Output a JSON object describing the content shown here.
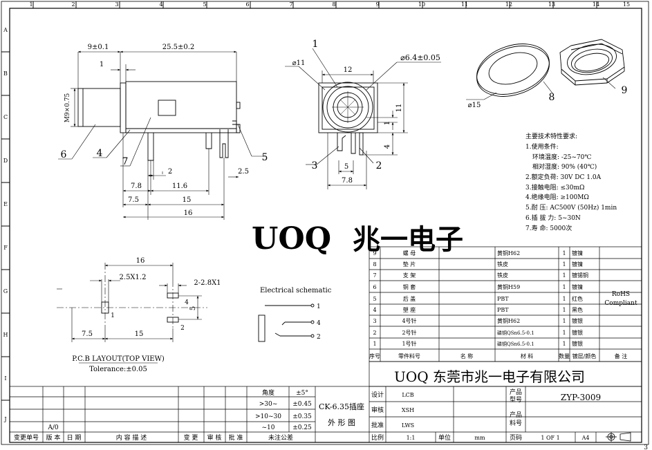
{
  "frame": {
    "col_numbers": [
      "1",
      "2",
      "3",
      "4",
      "5",
      "6",
      "7",
      "8",
      "9",
      "10",
      "11",
      "12",
      "13",
      "14",
      "15"
    ],
    "row_letters": [
      "A",
      "B",
      "C",
      "D",
      "E",
      "F",
      "G",
      "H",
      "I",
      "J"
    ],
    "page_corner": "3"
  },
  "watermark": {
    "brand": "UOQ",
    "chinese": "兆一电子"
  },
  "side_view": {
    "dims": {
      "top_9": "9±0.1",
      "top_255": "25.5±0.2",
      "d1": "1",
      "m9": "M9×0.75",
      "d2": "2",
      "d25": "2.5",
      "d78": "7.8",
      "d116": "11.6",
      "d75": "7.5",
      "d15": "15",
      "d16": "16"
    },
    "balloons": {
      "b6": "6",
      "b4": "4",
      "b7": "7",
      "b5": "5"
    }
  },
  "front_view": {
    "dims": {
      "d11": "⌀11",
      "d12": "12",
      "d64": "⌀6.4±0.05",
      "d11v": "11",
      "d1": "1",
      "d4": "4",
      "d5": "5",
      "d78": "7.8"
    },
    "balloons": {
      "b1": "1",
      "b3": "3",
      "b2": "2"
    }
  },
  "washer": {
    "dia": "⌀15",
    "balloon": "8"
  },
  "nut": {
    "balloon": "9"
  },
  "specs": {
    "title": "主要技术特性要求:",
    "lines": [
      "1.使用条件:",
      "环境温度: -25~70℃",
      "相对湿度: 90% (40℃)",
      "2.额定负荷: 30V DC 1.0A",
      "3.接触电阻: ≤30mΩ",
      "4.绝缘电阻: ≥100MΩ",
      "5.耐    压: AC500V (50Hz) 1min",
      "6.插 拔 力: 5~30N",
      "7.寿    命: 5000次"
    ]
  },
  "pcb": {
    "dims": {
      "d16": "16",
      "d25x12": "2.5X1.2",
      "d228x1": "2-2.8X1",
      "d5": "5",
      "d75": "7.5",
      "d15": "15"
    },
    "pins": {
      "p1": "1",
      "p2": "2",
      "p4": "4"
    },
    "title": "P.C.B LAYOUT(TOP VIEW)",
    "tolerance": "Tolerance:±0.05"
  },
  "schematic": {
    "title": "Electrical schematic",
    "pins": [
      "1",
      "4",
      "2"
    ]
  },
  "bom": {
    "rows": [
      [
        "9",
        "螺 母",
        "黄铜H62",
        "1",
        "镀镍"
      ],
      [
        "8",
        "垫 片",
        "铁皮",
        "1",
        "镀镍"
      ],
      [
        "7",
        "支 架",
        "铁皮",
        "1",
        "镀锡铜"
      ],
      [
        "6",
        "铜 套",
        "黄铜H59",
        "1",
        "镀镍"
      ],
      [
        "5",
        "后 盖",
        "PBT",
        "1",
        "红色"
      ],
      [
        "4",
        "塑 座",
        "PBT",
        "1",
        "黑色"
      ],
      [
        "3",
        "4号针",
        "黄铜H62",
        "1",
        "镀银"
      ],
      [
        "2",
        "2号针",
        "磷铜QSn6.5-0.1",
        "1",
        "镀银"
      ],
      [
        "1",
        "1号针",
        "磷铜QSn6.5-0.1",
        "1",
        "镀银"
      ]
    ],
    "rohs": [
      "RoHS",
      "Compliant"
    ],
    "header": {
      "seq": "序号",
      "part_no": "零件料号",
      "name": "名 称",
      "material": "材 料",
      "qty": "数量",
      "plating": "镀层/颜色",
      "remark": "备 注"
    }
  },
  "company": "UOQ  东莞市兆一电子有限公司",
  "titleblock": {
    "design": "设计",
    "design_v": "LCB",
    "review": "审核",
    "review_v": "XSH",
    "approve": "批准",
    "approve_v": "LWS",
    "ratio": "比例",
    "ratio_v": "1:1",
    "unit": "单位",
    "unit_v": "mm",
    "page": "页码",
    "page_v": "1 OF 1",
    "size_v": "A4",
    "product_model": [
      "产品",
      "型号"
    ],
    "model_v": "ZYP-3009",
    "product_no": [
      "产品",
      "料号"
    ],
    "part_name": "CK-6.35插座",
    "view_name": "外 形 图"
  },
  "tolerance_table": {
    "rows": [
      [
        "角度",
        "±5°"
      ],
      [
        ">30~",
        "±0.45"
      ],
      [
        ">10~30",
        "±0.35"
      ],
      [
        "~10",
        "±0.25"
      ],
      [
        "未注公差",
        ""
      ]
    ]
  },
  "revision": {
    "ver_value": "A/0",
    "headers": [
      "变更单号",
      "版 本",
      "日 期",
      "内 容 描 述",
      "变 更",
      "审 核",
      "批 准"
    ]
  }
}
